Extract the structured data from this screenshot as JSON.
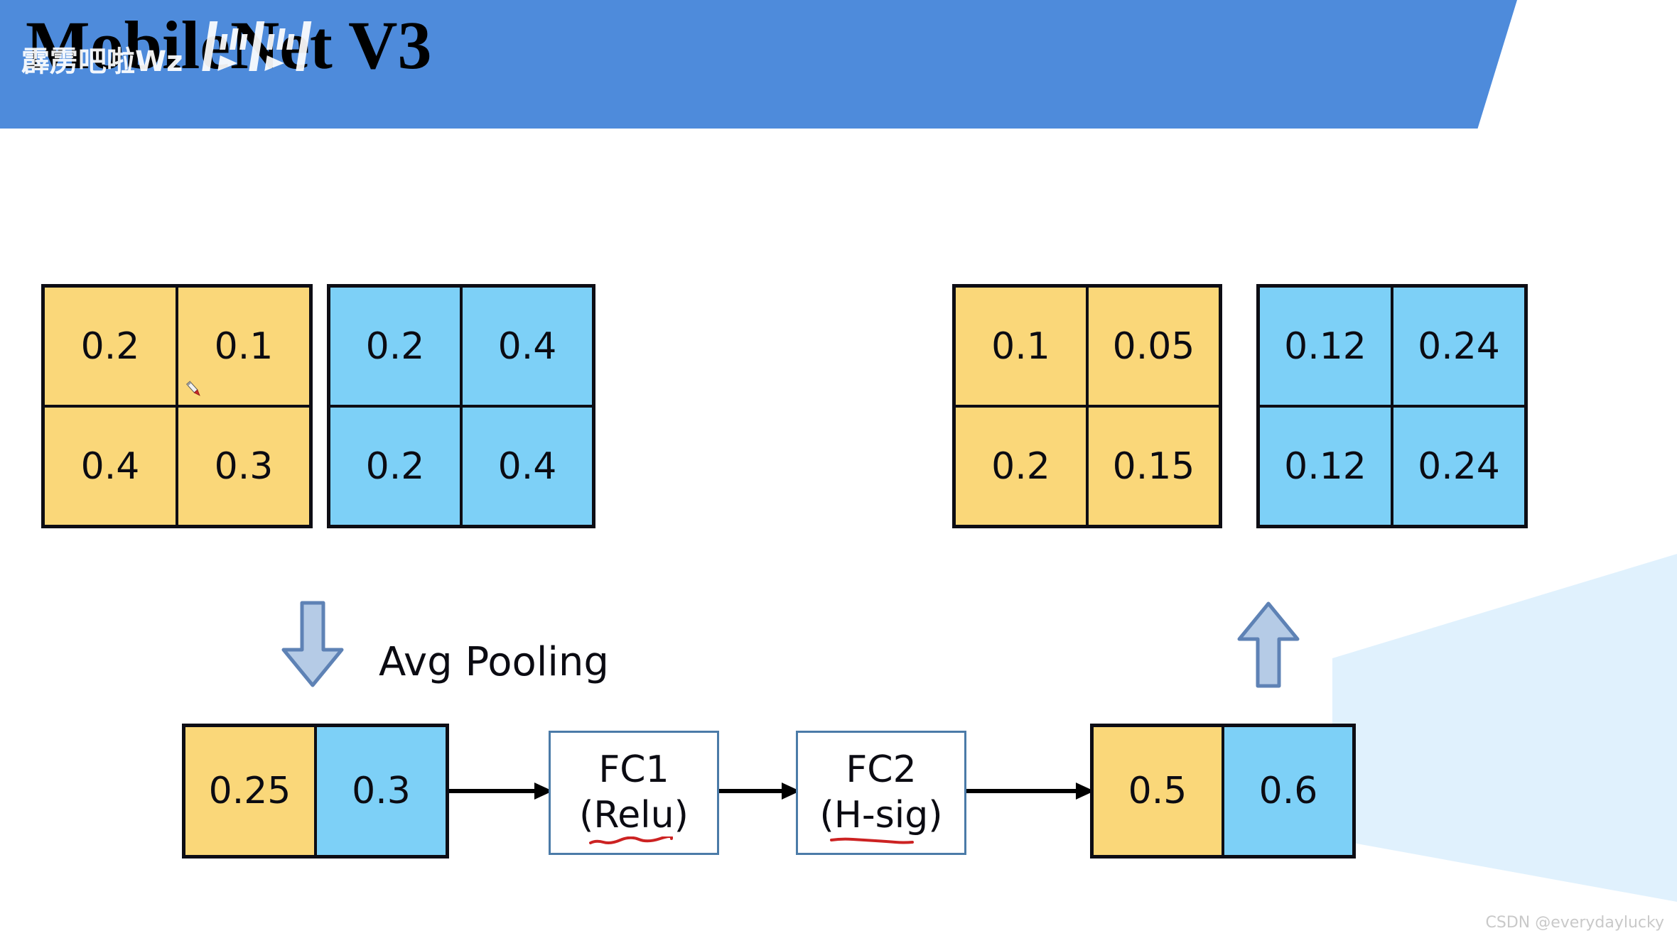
{
  "header": {
    "title": "MobileNet V3",
    "band_color": "#4e8bdb",
    "watermark_text": "霹雳吧啦Wz",
    "watermark_logo": "bilibili-logo"
  },
  "colors": {
    "yellow": "#fad779",
    "blue": "#7dd0f7",
    "outline": "#0d0d14",
    "arrow_fill": "#b5cbe6",
    "arrow_stroke": "#5e82b5",
    "fc_border": "#4b7ba8",
    "squiggle": "#cc2222",
    "wedge": "#ddf0fd"
  },
  "diagram": {
    "input_feature_maps": [
      {
        "name": "channel-1-input",
        "color": "yellow",
        "cells": [
          "0.2",
          "0.1",
          "0.4",
          "0.3"
        ]
      },
      {
        "name": "channel-2-input",
        "color": "blue",
        "cells": [
          "0.2",
          "0.4",
          "0.2",
          "0.4"
        ]
      }
    ],
    "output_feature_maps": [
      {
        "name": "channel-1-output",
        "color": "yellow",
        "cells": [
          "0.1",
          "0.05",
          "0.2",
          "0.15"
        ]
      },
      {
        "name": "channel-2-output",
        "color": "blue",
        "cells": [
          "0.12",
          "0.24",
          "0.12",
          "0.24"
        ]
      }
    ],
    "pool_label": "Avg Pooling",
    "pooled_vector": {
      "name": "pooled-vector",
      "cells": [
        {
          "value": "0.25",
          "color": "yellow"
        },
        {
          "value": "0.3",
          "color": "blue"
        }
      ]
    },
    "fc_blocks": [
      {
        "name": "fc1",
        "title": "FC1",
        "activation": "(Relu)"
      },
      {
        "name": "fc2",
        "title": "FC2",
        "activation": "(H-sig)"
      }
    ],
    "scale_vector": {
      "name": "scale-vector",
      "cells": [
        {
          "value": "0.5",
          "color": "yellow"
        },
        {
          "value": "0.6",
          "color": "blue"
        }
      ]
    },
    "arrows": {
      "pooling_arrow": "arrow-down-icon",
      "rescale_arrow": "arrow-up-icon",
      "flow_arrows": [
        "arrow-right-icon",
        "arrow-right-icon",
        "arrow-right-icon"
      ]
    },
    "cursor": "pencil-cursor-icon"
  },
  "footer": {
    "watermark": "CSDN @everydaylucky"
  }
}
